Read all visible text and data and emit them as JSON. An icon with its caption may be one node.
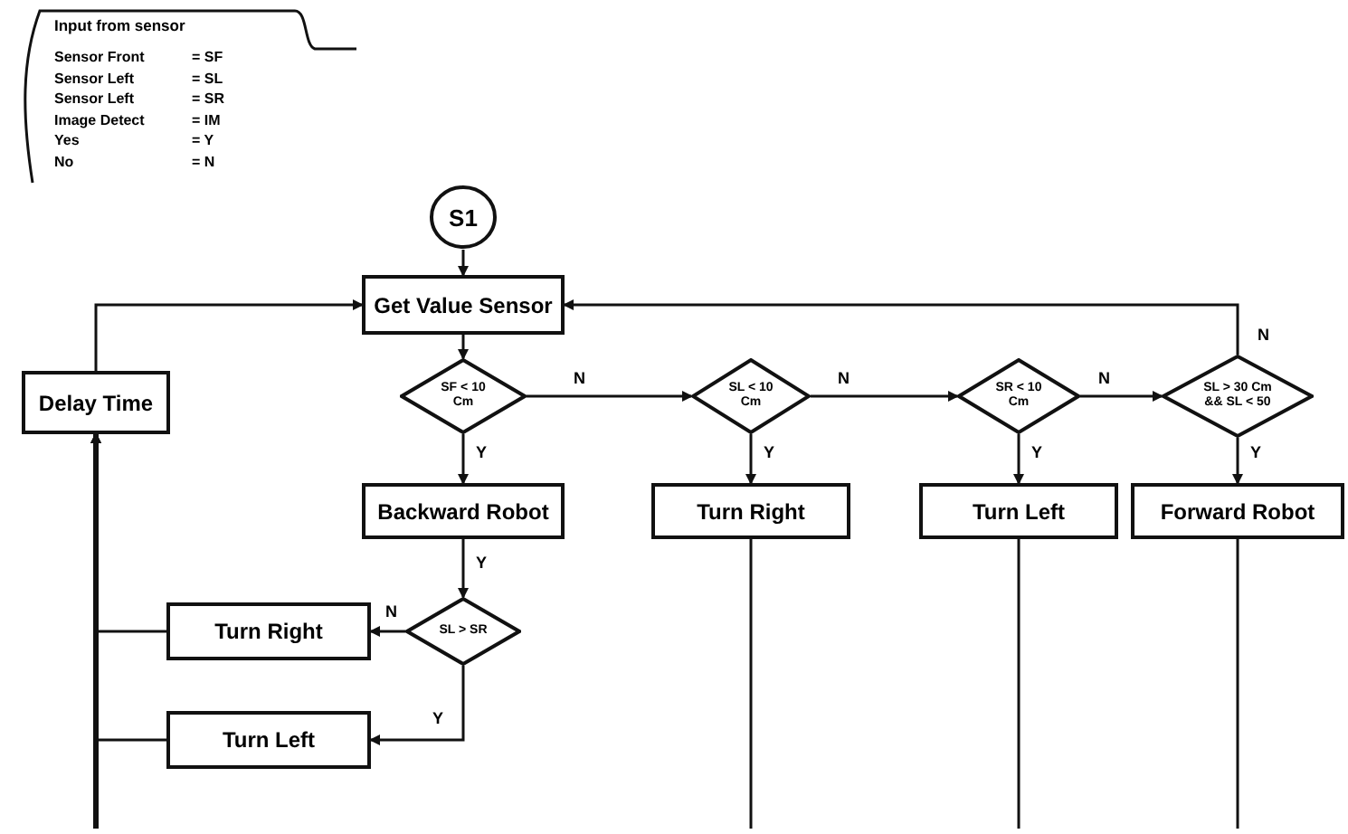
{
  "diagram": {
    "nodes": [
      {
        "text": [
          "Input from sensor",
          "Sensor Front",
          "= SF",
          "Sensor Left",
          "= SL",
          "Sensor Left",
          "= SR",
          "Image Detect",
          "= IM",
          "Yes",
          "= Y",
          "No",
          "= N"
        ]
      },
      {
        "text": [
          "S1"
        ]
      },
      {
        "text": [
          "Get Value Sensor"
        ]
      },
      {
        "text": [
          "Delay Time"
        ]
      },
      {
        "text": [
          "SF < 10 Cm"
        ]
      },
      {
        "text": [
          "SL < 10 Cm"
        ]
      },
      {
        "text": [
          "SR < 10 Cm"
        ]
      },
      {
        "text": [
          "SL > 30 Cm && SL < 50"
        ]
      },
      {
        "text": [
          "Backward Robot"
        ]
      },
      {
        "text": [
          "Turn Right"
        ]
      },
      {
        "text": [
          "Turn Left"
        ]
      },
      {
        "text": [
          "Forward Robot"
        ]
      },
      {
        "text": [
          "SL > SR"
        ]
      },
      {
        "text": [
          "Turn Right"
        ]
      },
      {
        "text": [
          "Turn Left"
        ]
      }
    ],
    "edges": [
      {
        "from": 1,
        "to": 2,
        "arrow": "to"
      },
      {
        "from": 2,
        "to": 4,
        "arrow": "to"
      },
      {
        "from": 4,
        "to": 5,
        "arrow": "to",
        "label": "N"
      },
      {
        "from": 5,
        "to": 6,
        "arrow": "to",
        "label": "N"
      },
      {
        "from": 6,
        "to": 7,
        "arrow": "to",
        "label": "N"
      },
      {
        "from": 7,
        "to": 2,
        "arrow": "to",
        "label": "N"
      },
      {
        "from": 4,
        "to": 8,
        "arrow": "to",
        "label": "Y"
      },
      {
        "from": 5,
        "to": 9,
        "arrow": "to",
        "label": "Y"
      },
      {
        "from": 6,
        "to": 10,
        "arrow": "to",
        "label": "Y"
      },
      {
        "from": 7,
        "to": 11,
        "arrow": "to",
        "label": "Y"
      },
      {
        "from": 8,
        "to": 12,
        "arrow": "to",
        "label": "Y"
      },
      {
        "from": 12,
        "to": 13,
        "arrow": "to",
        "label": "N"
      },
      {
        "from": 12,
        "to": 14,
        "arrow": "to",
        "label": "Y"
      },
      {
        "from": 3,
        "to": 2,
        "arrow": "to"
      },
      {
        "from": 13,
        "to": 3,
        "arrow": "to"
      },
      {
        "from": 14,
        "to": 3,
        "arrow": "to"
      },
      {
        "from": null,
        "to": 3,
        "arrow": "to",
        "style": "thick"
      },
      {
        "from": 9,
        "to": null,
        "arrow": "none"
      },
      {
        "from": 10,
        "to": null,
        "arrow": "none"
      },
      {
        "from": 11,
        "to": null,
        "arrow": "none"
      }
    ]
  }
}
